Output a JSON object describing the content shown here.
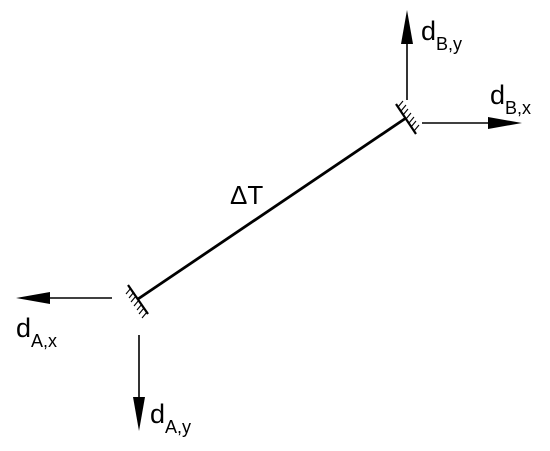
{
  "diagram": {
    "line_color": "#000000",
    "background": "#ffffff",
    "element_label": "ΔT",
    "labels": {
      "dBy": {
        "main": "d",
        "sub": "B,y"
      },
      "dBx": {
        "main": "d",
        "sub": "B,x"
      },
      "dAx": {
        "main": "d",
        "sub": "A,x"
      },
      "dAy": {
        "main": "d",
        "sub": "A,y"
      }
    },
    "icons": [
      "fixed-support-hatch-icon",
      "arrow-up-icon",
      "arrow-right-icon",
      "arrow-left-icon",
      "arrow-down-icon"
    ]
  }
}
